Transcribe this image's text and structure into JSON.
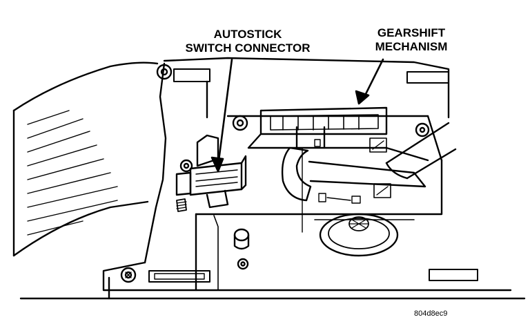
{
  "callouts": {
    "autostick": {
      "line1": "AUTOSTICK",
      "line2": "SWITCH CONNECTOR"
    },
    "gearshift": {
      "line1": "GEARSHIFT",
      "line2": "MECHANISM"
    }
  },
  "figure_id": "804d8ec9"
}
